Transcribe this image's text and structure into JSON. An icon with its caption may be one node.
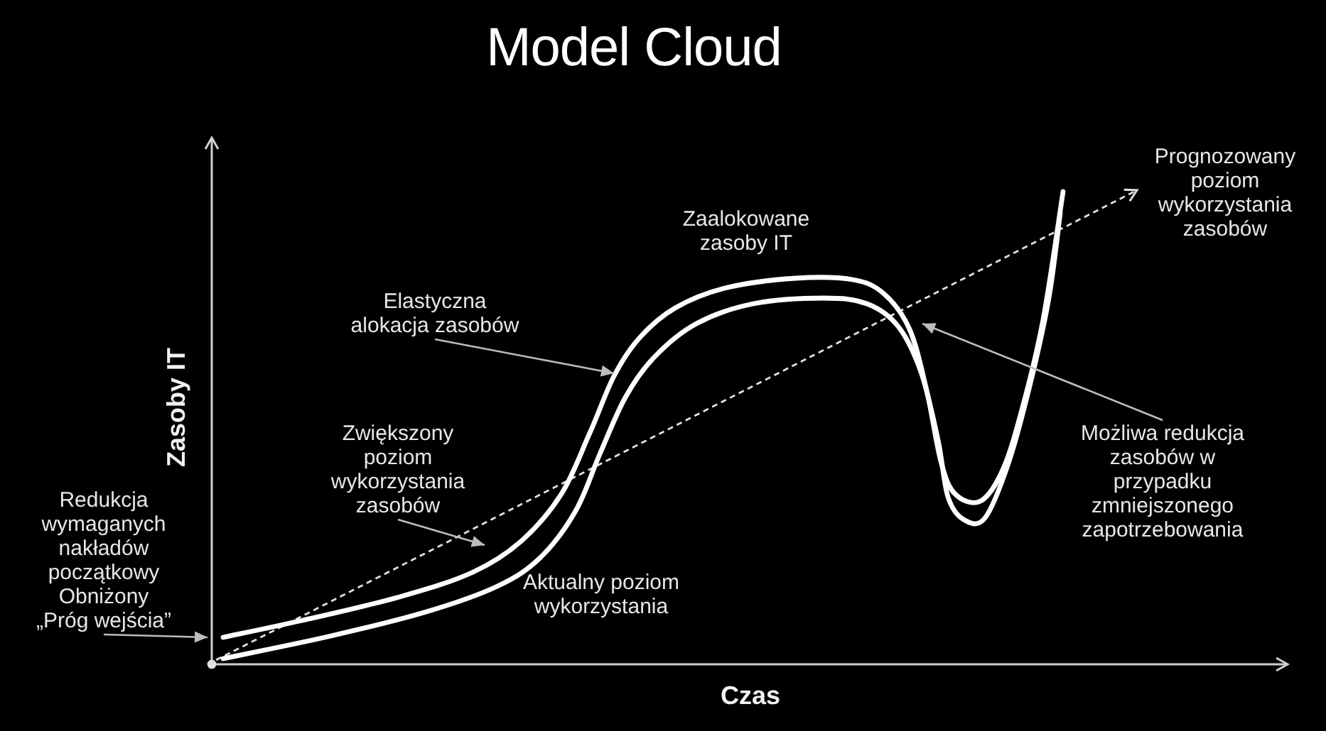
{
  "diagram": {
    "title": "Model Cloud",
    "nodes": [
      {
        "text": [
          "Elastyczna alokacja zasobów"
        ]
      },
      {
        "text": [
          "Zwiększony poziom wykorzystania zasobów"
        ]
      },
      {
        "text": [
          "Możliwa redukcja zasobów w przypadku zmniejszonego zapotrzebowania"
        ]
      },
      {
        "text": [
          "Redukcja wymaganych nakładów początkowy Obniżony „Próg wejścia”"
        ]
      }
    ],
    "edges": [
      {
        "from": 0,
        "to": null,
        "arrow": "to"
      },
      {
        "from": 1,
        "to": null,
        "arrow": "to"
      },
      {
        "from": 2,
        "to": null,
        "arrow": "to"
      },
      {
        "from": 3,
        "to": null,
        "arrow": "to"
      }
    ],
    "labels": [
      "Prognozowany poziom wykorzystania zasobów",
      "Zaalokowane zasoby IT",
      "Zasoby IT",
      "Aktualny poziom wykorzystania",
      "Czas"
    ]
  }
}
